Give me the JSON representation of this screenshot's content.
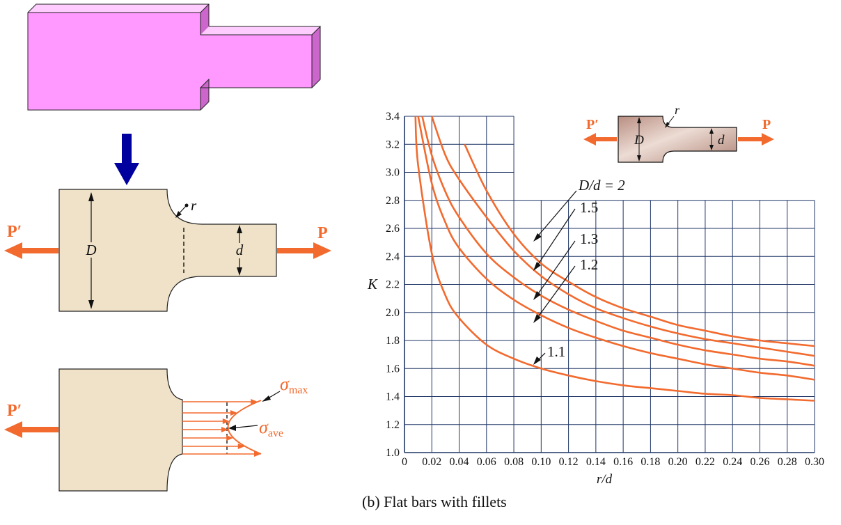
{
  "labels": {
    "load_prime": "P′",
    "load": "P",
    "dim_big": "D",
    "dim_small": "d",
    "radius": "r",
    "sigma_sym": "σ",
    "sub_max": "max",
    "sub_ave": "ave"
  },
  "colors": {
    "prism_front": "#ff99ff",
    "prism_top": "#ffccff",
    "prism_side": "#cc66cc",
    "arrow_blue": "#00009e",
    "load_orange": "#f26a2e",
    "plate_fill": "#efe2c9",
    "small_plate_fill": "#c9a294",
    "curve": "#f26a2e",
    "grid": "#1f3566"
  },
  "icons": {
    "down_arrow": "down-arrow-icon",
    "load_arrow": "load-arrow-icon"
  },
  "chart_data": {
    "type": "line",
    "caption": "(b) Flat bars with fillets",
    "xlabel": "r/d",
    "ylabel": "K",
    "xlim": [
      0,
      0.3
    ],
    "ylim": [
      1.0,
      3.4
    ],
    "grid": true,
    "x_ticks": [
      "0",
      "0.02",
      "0.04",
      "0.06",
      "0.08",
      "0.10",
      "0.12",
      "0.14",
      "0.16",
      "0.18",
      "0.20",
      "0.22",
      "0.24",
      "0.26",
      "0.28",
      "0.30"
    ],
    "y_ticks": [
      "1.0",
      "1.2",
      "1.4",
      "1.6",
      "1.8",
      "2.0",
      "2.2",
      "2.4",
      "2.6",
      "2.8",
      "3.0",
      "3.2",
      "3.4"
    ],
    "series": [
      {
        "name": "D/d = 2",
        "x": [
          0.044,
          0.06,
          0.08,
          0.1,
          0.12,
          0.14,
          0.16,
          0.18,
          0.2,
          0.22,
          0.24,
          0.26,
          0.28,
          0.3
        ],
        "y": [
          3.2,
          2.87,
          2.56,
          2.35,
          2.22,
          2.11,
          2.03,
          1.97,
          1.91,
          1.87,
          1.83,
          1.8,
          1.78,
          1.76
        ]
      },
      {
        "name": "1.5",
        "x": [
          0.02,
          0.03,
          0.04,
          0.06,
          0.08,
          0.1,
          0.12,
          0.14,
          0.16,
          0.18,
          0.2,
          0.22,
          0.24,
          0.26,
          0.28,
          0.3
        ],
        "y": [
          3.4,
          3.12,
          2.95,
          2.68,
          2.44,
          2.26,
          2.13,
          2.03,
          1.96,
          1.9,
          1.85,
          1.81,
          1.78,
          1.75,
          1.72,
          1.69
        ]
      },
      {
        "name": "1.3",
        "x": [
          0.013,
          0.02,
          0.03,
          0.04,
          0.06,
          0.08,
          0.1,
          0.12,
          0.14,
          0.16,
          0.18,
          0.2,
          0.22,
          0.24,
          0.26,
          0.28,
          0.3
        ],
        "y": [
          3.4,
          3.12,
          2.86,
          2.68,
          2.42,
          2.25,
          2.12,
          2.02,
          1.94,
          1.87,
          1.82,
          1.77,
          1.73,
          1.7,
          1.67,
          1.65,
          1.62
        ]
      },
      {
        "name": "1.2",
        "x": [
          0.01,
          0.02,
          0.03,
          0.04,
          0.06,
          0.08,
          0.1,
          0.12,
          0.14,
          0.16,
          0.18,
          0.2,
          0.22,
          0.24,
          0.26,
          0.28,
          0.3
        ],
        "y": [
          3.4,
          2.92,
          2.64,
          2.46,
          2.24,
          2.09,
          1.98,
          1.89,
          1.82,
          1.76,
          1.71,
          1.67,
          1.63,
          1.6,
          1.57,
          1.55,
          1.52
        ]
      },
      {
        "name": "1.1",
        "x": [
          0.008,
          0.01,
          0.02,
          0.03,
          0.04,
          0.06,
          0.08,
          0.1,
          0.12,
          0.14,
          0.16,
          0.18,
          0.2,
          0.22,
          0.24,
          0.26,
          0.28,
          0.3
        ],
        "y": [
          3.4,
          3.05,
          2.42,
          2.12,
          1.96,
          1.77,
          1.67,
          1.6,
          1.55,
          1.51,
          1.48,
          1.46,
          1.44,
          1.42,
          1.41,
          1.39,
          1.38,
          1.37
        ]
      }
    ]
  }
}
